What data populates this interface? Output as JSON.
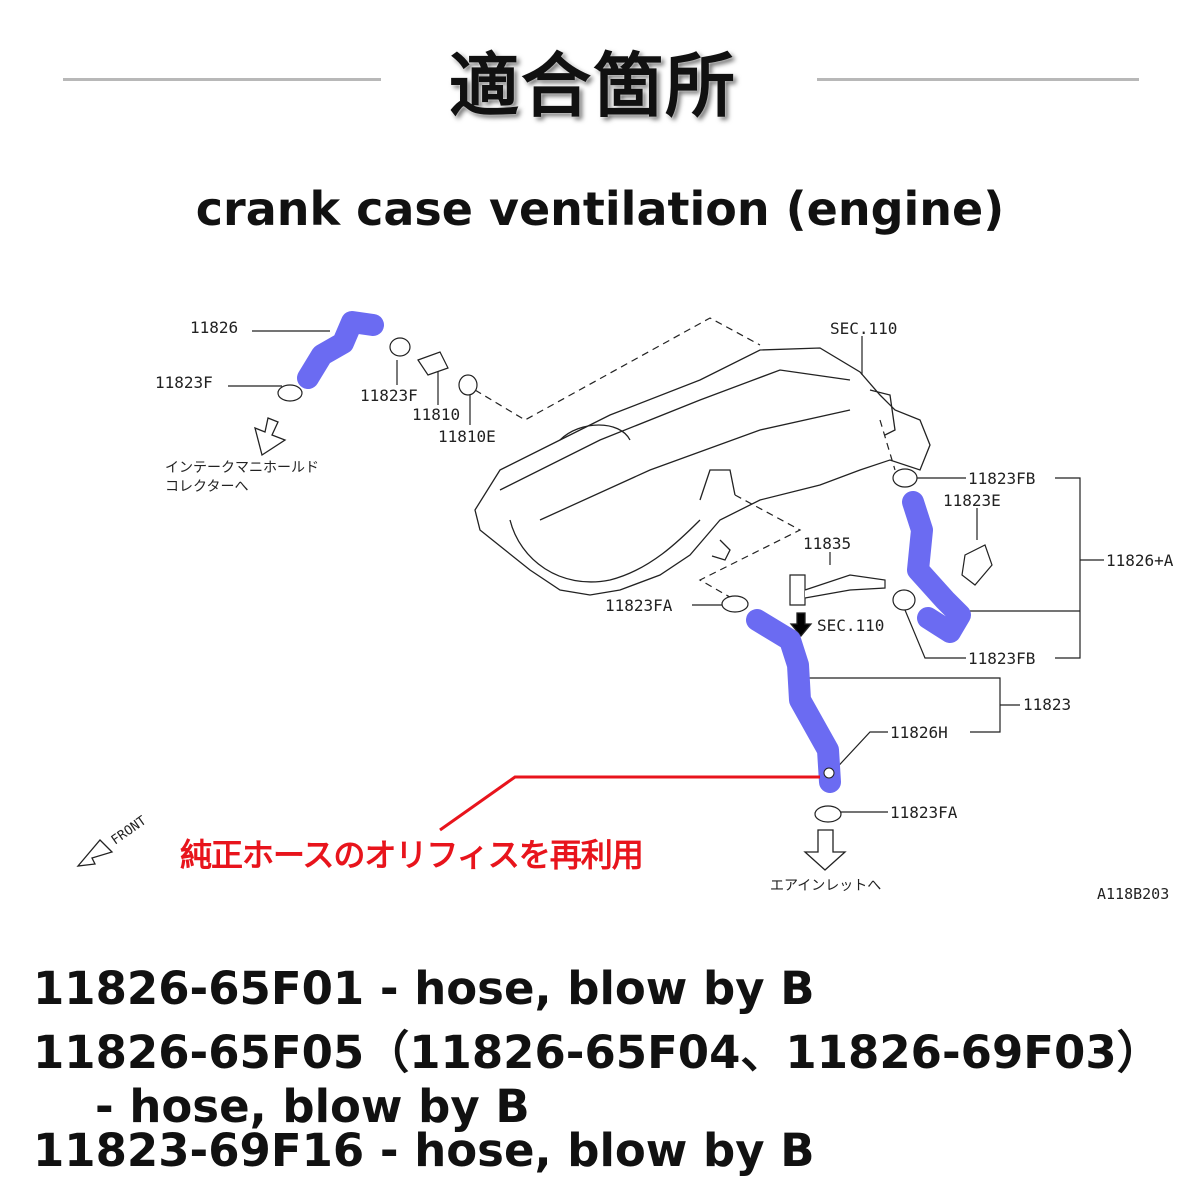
{
  "header": {
    "title": "適合箇所",
    "subtitle": "crank case ventilation (engine)"
  },
  "diagram": {
    "hose_color": "#6b6bf2",
    "note_color": "#e8141c",
    "labels": {
      "l11826": "11826",
      "l11823F_a": "11823F",
      "l11823F_b": "11823F",
      "l11810": "11810",
      "l11810E": "11810E",
      "sec110_top": "SEC.110",
      "intake_1": "インテークマニホールド",
      "intake_2": "コレクターへ",
      "l11823FB_top": "11823FB",
      "l11823E": "11823E",
      "l11826A": "11826+A",
      "l11835": "11835",
      "l11823FA_left": "11823FA",
      "sec110_mid": "SEC.110",
      "l11823FB_bot": "11823FB",
      "l11823": "11823",
      "l11826H": "11826H",
      "l11823FA_bot": "11823FA",
      "air_inlet": "エアインレットへ",
      "front": "FRONT",
      "ref": "A118B203"
    },
    "note": "純正ホースのオリフィスを再利用"
  },
  "parts": [
    "11826-65F01 - hose, blow by B",
    "11826-65F05（11826-65F04、11826-69F03）",
    "　- hose, blow by B",
    "11823-69F16 - hose, blow by B"
  ]
}
